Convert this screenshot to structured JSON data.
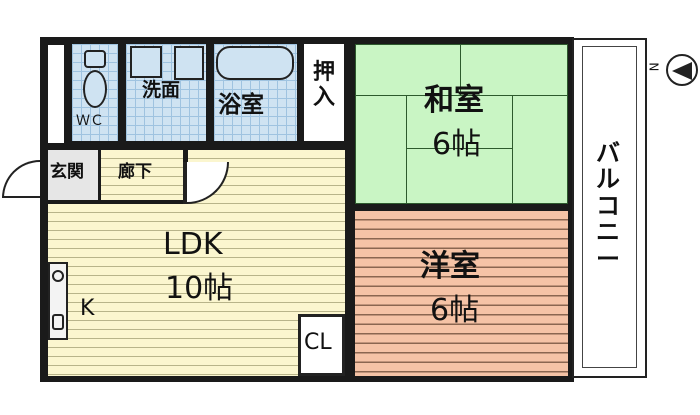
{
  "rooms": {
    "wc": "ＷＣ",
    "washroom": "洗面",
    "bath": "浴室",
    "closet_oshiire": "押入",
    "washitsu": {
      "name": "和室",
      "size": "6帖"
    },
    "entrance": "玄関",
    "hallway": "廊下",
    "ldk": {
      "name": "LDK",
      "size": "10帖"
    },
    "kitchen": "K",
    "youshitsu": {
      "name": "洋室",
      "size": "6帖"
    },
    "closet": "CL",
    "balcony": "バルコニー"
  },
  "compass": {
    "label": "N"
  },
  "colors": {
    "wall": "#1a1a1a",
    "wet_area": "#cfe3f2",
    "ldk": "#fbf6cf",
    "washitsu": "#c9f5c4",
    "youshitsu": "#f5c3a6"
  }
}
